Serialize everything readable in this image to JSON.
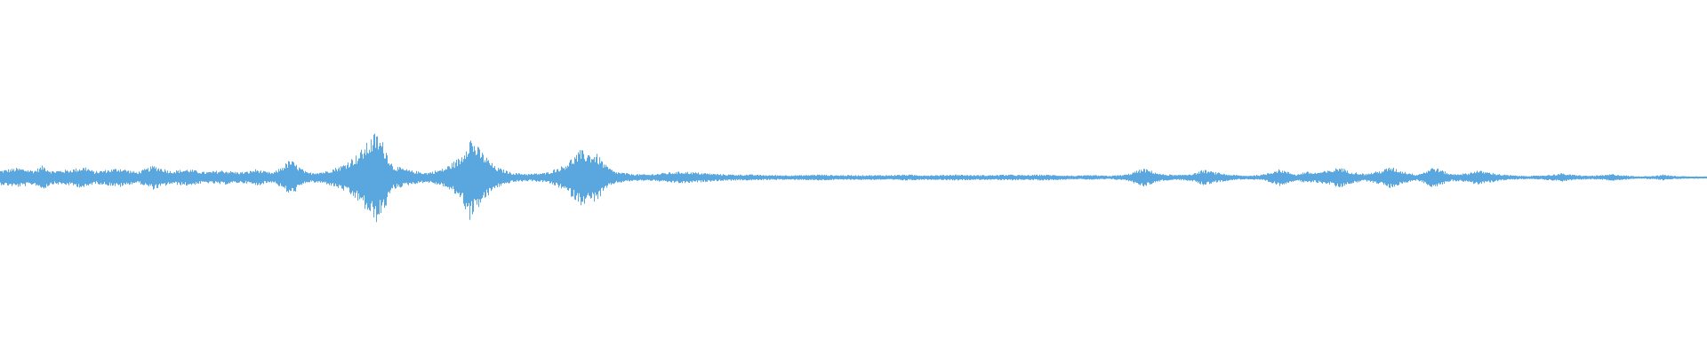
{
  "waveform": {
    "color": "#5aa6df",
    "background": "#ffffff",
    "envelope": [
      [
        0.0,
        0.12
      ],
      [
        0.01,
        0.16
      ],
      [
        0.02,
        0.12
      ],
      [
        0.025,
        0.2
      ],
      [
        0.03,
        0.11
      ],
      [
        0.04,
        0.13
      ],
      [
        0.05,
        0.18
      ],
      [
        0.055,
        0.1
      ],
      [
        0.06,
        0.12
      ],
      [
        0.07,
        0.16
      ],
      [
        0.08,
        0.09
      ],
      [
        0.09,
        0.2
      ],
      [
        0.1,
        0.11
      ],
      [
        0.11,
        0.14
      ],
      [
        0.12,
        0.09
      ],
      [
        0.13,
        0.12
      ],
      [
        0.14,
        0.09
      ],
      [
        0.145,
        0.1
      ],
      [
        0.15,
        0.14
      ],
      [
        0.155,
        0.1
      ],
      [
        0.16,
        0.08
      ],
      [
        0.165,
        0.18
      ],
      [
        0.17,
        0.3
      ],
      [
        0.175,
        0.18
      ],
      [
        0.18,
        0.08
      ],
      [
        0.19,
        0.1
      ],
      [
        0.2,
        0.2
      ],
      [
        0.21,
        0.4
      ],
      [
        0.22,
        0.75
      ],
      [
        0.225,
        0.55
      ],
      [
        0.23,
        0.2
      ],
      [
        0.24,
        0.12
      ],
      [
        0.25,
        0.08
      ],
      [
        0.26,
        0.15
      ],
      [
        0.27,
        0.35
      ],
      [
        0.275,
        0.7
      ],
      [
        0.28,
        0.5
      ],
      [
        0.29,
        0.18
      ],
      [
        0.3,
        0.08
      ],
      [
        0.31,
        0.06
      ],
      [
        0.32,
        0.08
      ],
      [
        0.33,
        0.2
      ],
      [
        0.34,
        0.45
      ],
      [
        0.35,
        0.38
      ],
      [
        0.355,
        0.2
      ],
      [
        0.36,
        0.1
      ],
      [
        0.37,
        0.06
      ],
      [
        0.38,
        0.05
      ],
      [
        0.39,
        0.08
      ],
      [
        0.4,
        0.1
      ],
      [
        0.41,
        0.08
      ],
      [
        0.42,
        0.06
      ],
      [
        0.43,
        0.05
      ],
      [
        0.44,
        0.05
      ],
      [
        0.45,
        0.04
      ],
      [
        0.46,
        0.04
      ],
      [
        0.47,
        0.04
      ],
      [
        0.48,
        0.05
      ],
      [
        0.49,
        0.04
      ],
      [
        0.5,
        0.04
      ],
      [
        0.51,
        0.04
      ],
      [
        0.52,
        0.04
      ],
      [
        0.53,
        0.05
      ],
      [
        0.54,
        0.04
      ],
      [
        0.55,
        0.04
      ],
      [
        0.56,
        0.05
      ],
      [
        0.57,
        0.04
      ],
      [
        0.58,
        0.04
      ],
      [
        0.59,
        0.05
      ],
      [
        0.6,
        0.04
      ],
      [
        0.61,
        0.05
      ],
      [
        0.62,
        0.04
      ],
      [
        0.63,
        0.03
      ],
      [
        0.64,
        0.04
      ],
      [
        0.65,
        0.03
      ],
      [
        0.66,
        0.05
      ],
      [
        0.665,
        0.1
      ],
      [
        0.67,
        0.15
      ],
      [
        0.675,
        0.11
      ],
      [
        0.68,
        0.06
      ],
      [
        0.69,
        0.04
      ],
      [
        0.7,
        0.07
      ],
      [
        0.705,
        0.13
      ],
      [
        0.71,
        0.1
      ],
      [
        0.72,
        0.05
      ],
      [
        0.73,
        0.03
      ],
      [
        0.74,
        0.05
      ],
      [
        0.745,
        0.1
      ],
      [
        0.75,
        0.14
      ],
      [
        0.755,
        0.09
      ],
      [
        0.76,
        0.05
      ],
      [
        0.765,
        0.1
      ],
      [
        0.77,
        0.08
      ],
      [
        0.78,
        0.12
      ],
      [
        0.785,
        0.18
      ],
      [
        0.79,
        0.11
      ],
      [
        0.8,
        0.06
      ],
      [
        0.81,
        0.12
      ],
      [
        0.815,
        0.18
      ],
      [
        0.82,
        0.12
      ],
      [
        0.83,
        0.05
      ],
      [
        0.835,
        0.1
      ],
      [
        0.84,
        0.18
      ],
      [
        0.845,
        0.12
      ],
      [
        0.85,
        0.06
      ],
      [
        0.86,
        0.07
      ],
      [
        0.865,
        0.12
      ],
      [
        0.87,
        0.1
      ],
      [
        0.88,
        0.05
      ],
      [
        0.89,
        0.03
      ],
      [
        0.9,
        0.03
      ],
      [
        0.91,
        0.05
      ],
      [
        0.915,
        0.07
      ],
      [
        0.92,
        0.05
      ],
      [
        0.93,
        0.03
      ],
      [
        0.94,
        0.04
      ],
      [
        0.945,
        0.06
      ],
      [
        0.95,
        0.04
      ],
      [
        0.96,
        0.02
      ],
      [
        0.97,
        0.03
      ],
      [
        0.975,
        0.05
      ],
      [
        0.98,
        0.03
      ],
      [
        0.99,
        0.02
      ],
      [
        1.0,
        0.02
      ]
    ]
  }
}
